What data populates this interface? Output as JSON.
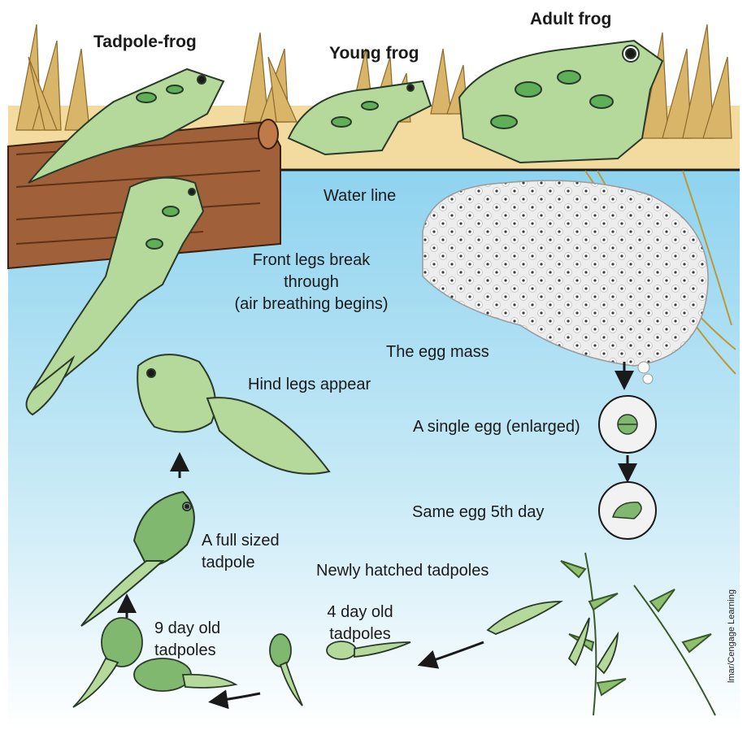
{
  "stage_labels": {
    "tadpole_frog": "Tadpole-frog",
    "young_frog": "Young frog",
    "adult_frog": "Adult frog",
    "water_line": "Water line",
    "front_legs": [
      "Front legs break",
      "through",
      "(air breathing begins)"
    ],
    "egg_mass": "The egg mass",
    "hind_legs": "Hind legs appear",
    "single_egg": "A single egg (enlarged)",
    "same_egg": "Same egg 5th day",
    "full_tadpole": [
      "A full sized",
      "tadpole"
    ],
    "newly_hatched": "Newly hatched tadpoles",
    "four_day": [
      "4 day old",
      "tadpoles"
    ],
    "nine_day": [
      "9 day old",
      "tadpoles"
    ]
  },
  "credit": "lmar/Cengage Learning",
  "colors": {
    "water_top": "#ffffff",
    "water_bottom": "#8fd3ef",
    "sand": "#f3dba0",
    "grass": "#d9b56a",
    "log": "#a0603a",
    "frog_skin": "#b5d99a",
    "frog_spots": "#5fae58",
    "tadpole": "#7fb86e",
    "egg": "#f2f2f2"
  }
}
